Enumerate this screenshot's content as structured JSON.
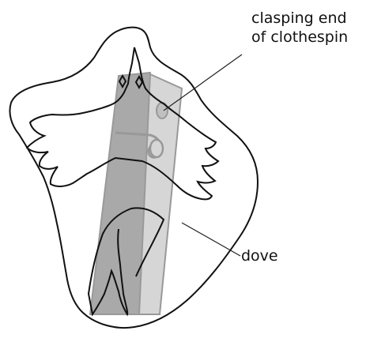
{
  "labels": {
    "clasp_line1": "clasping end",
    "clasp_line2": "of clothespin",
    "dove": "dove"
  },
  "colors": {
    "outline": "#111111",
    "clothespin_front": "#a9a9a9",
    "clothespin_back": "#d6d6d6",
    "clothespin_edge": "#999999",
    "leader_line": "#222222"
  }
}
